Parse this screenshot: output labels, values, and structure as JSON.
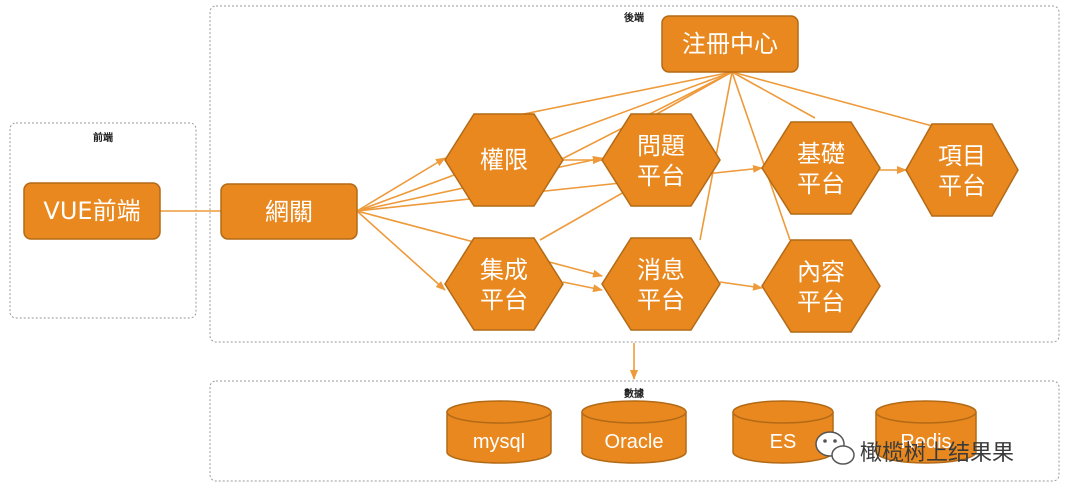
{
  "groups": {
    "frontend": "前端",
    "backend": "後端",
    "data": "數據"
  },
  "nodes": {
    "vue": "VUE前端",
    "gateway": "網關",
    "registry": "注冊中心",
    "auth": "權限",
    "issue": [
      "問題",
      "平台"
    ],
    "foundation": [
      "基礎",
      "平台"
    ],
    "project": [
      "項目",
      "平台"
    ],
    "integration": [
      "集成",
      "平台"
    ],
    "message": [
      "消息",
      "平台"
    ],
    "content": [
      "內容",
      "平台"
    ]
  },
  "databases": {
    "mysql": "mysql",
    "oracle": "Oracle",
    "es": "ES",
    "redis": "Redis"
  },
  "watermark": "橄榄树上结果果",
  "colors": {
    "node_fill": "#E8881E",
    "node_stroke": "#B36A17",
    "edge": "#EE9A3A",
    "group_border": "#9a9a9a"
  }
}
